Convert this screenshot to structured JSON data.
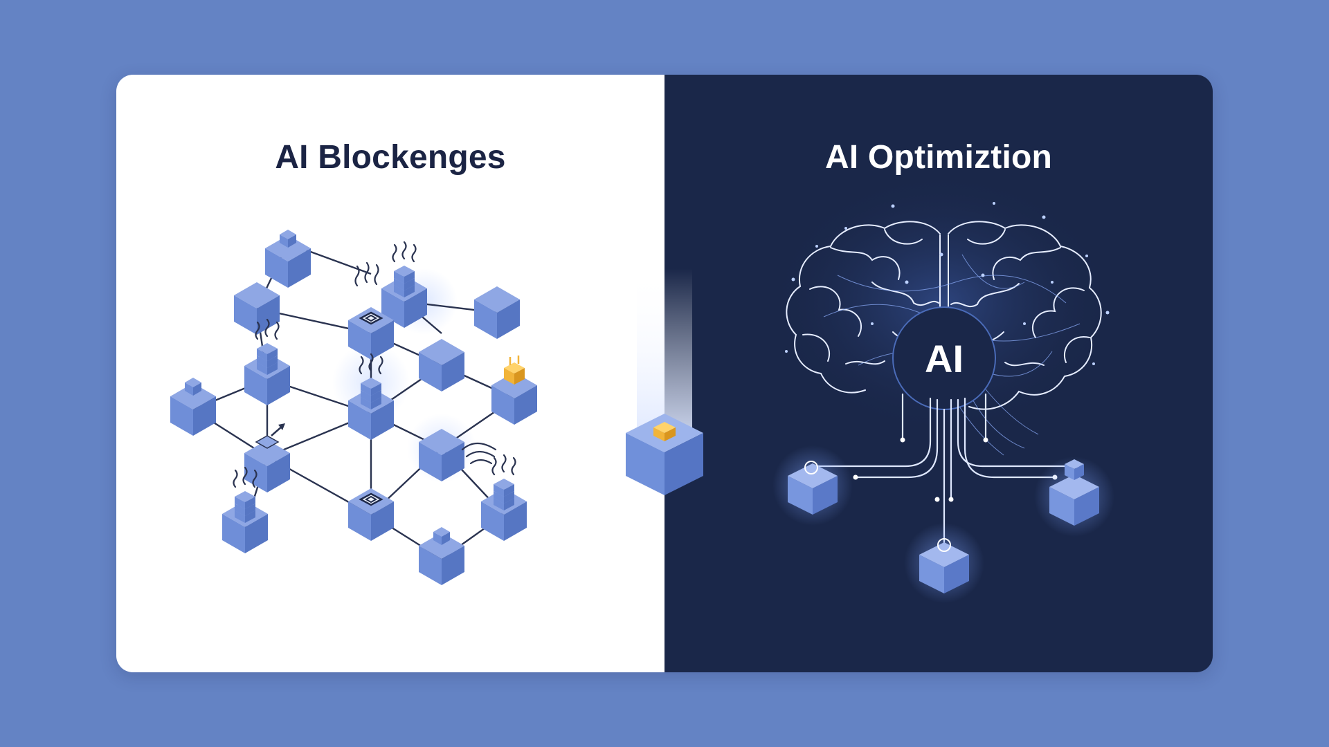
{
  "left_panel": {
    "title": "AI Blockenges"
  },
  "right_panel": {
    "title": "AI Optimiztion",
    "badge": "AI"
  },
  "colors": {
    "page_background": "#6483c4",
    "left_background": "#ffffff",
    "right_background": "#1a2749",
    "cube_top": "#8fa7e4",
    "cube_left": "#6f8ed8",
    "cube_right": "#5676c3",
    "accent_gold": "#f1b43a",
    "glow": "#a9c6ff"
  }
}
